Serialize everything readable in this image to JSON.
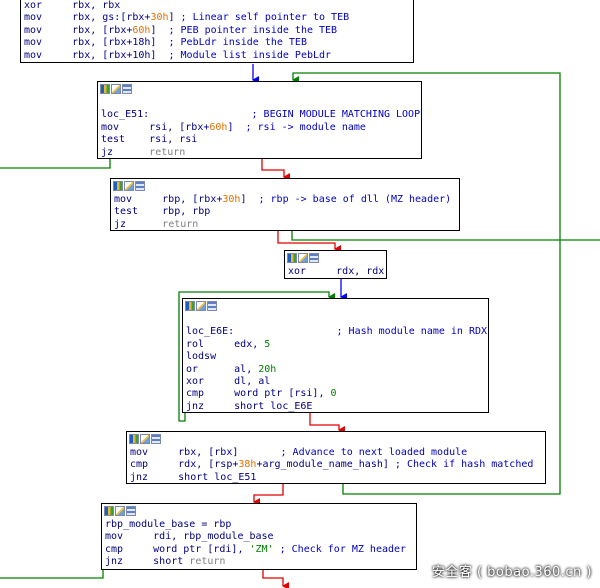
{
  "blocks": [
    {
      "id": "teb-setup",
      "icons": false,
      "lines": [
        [
          {
            "t": "xor     rbx, rbx"
          }
        ],
        [
          {
            "t": "mov     rbx, gs:[rbx+"
          },
          {
            "t": "30h",
            "c": "hex"
          },
          {
            "t": "] "
          },
          {
            "t": "; Linear self pointer to TEB",
            "c": "cmt"
          }
        ],
        [
          {
            "t": "mov     rbx, [rbx+"
          },
          {
            "t": "60h",
            "c": "hex"
          },
          {
            "t": "]  "
          },
          {
            "t": "; PEB pointer inside the TEB",
            "c": "cmt"
          }
        ],
        [
          {
            "t": "mov     rbx, [rbx+18h]  "
          },
          {
            "t": "; PebLdr inside the TEB",
            "c": "cmt"
          }
        ],
        [
          {
            "t": "mov     rbx, [rbx+10h]  "
          },
          {
            "t": "; Module list inside PebLdr",
            "c": "cmt"
          }
        ]
      ]
    },
    {
      "id": "loc-e51",
      "icons": true,
      "lines": [
        [
          {
            "t": ""
          }
        ],
        [
          {
            "t": "loc_E51:                 "
          },
          {
            "t": "; BEGIN MODULE MATCHING LOOP",
            "c": "cmt"
          }
        ],
        [
          {
            "t": "mov     rsi, [rbx+"
          },
          {
            "t": "60h",
            "c": "hex"
          },
          {
            "t": "]  "
          },
          {
            "t": "; rsi -> module name",
            "c": "cmt"
          }
        ],
        [
          {
            "t": "test    rsi, rsi"
          }
        ],
        [
          {
            "t": "jz      "
          },
          {
            "t": "return",
            "c": "dim"
          }
        ]
      ]
    },
    {
      "id": "dll-base",
      "icons": true,
      "lines": [
        [
          {
            "t": "mov     rbp, [rbx+"
          },
          {
            "t": "30h",
            "c": "hex"
          },
          {
            "t": "]  "
          },
          {
            "t": "; rbp -> base of dll (MZ header)",
            "c": "cmt"
          }
        ],
        [
          {
            "t": "test    rbp, rbp"
          }
        ],
        [
          {
            "t": "jz      "
          },
          {
            "t": "return",
            "c": "dim"
          }
        ]
      ]
    },
    {
      "id": "xor-rdx",
      "icons": true,
      "lines": [
        [
          {
            "t": "xor     rdx, rdx"
          }
        ]
      ]
    },
    {
      "id": "loc-e6e",
      "icons": true,
      "lines": [
        [
          {
            "t": ""
          }
        ],
        [
          {
            "t": "loc_E6E:                 "
          },
          {
            "t": "; Hash module name in RDX",
            "c": "cmt"
          }
        ],
        [
          {
            "t": "rol     edx, "
          },
          {
            "t": "5",
            "c": "num"
          }
        ],
        [
          {
            "t": "lodsw"
          }
        ],
        [
          {
            "t": "or      al, "
          },
          {
            "t": "20h",
            "c": "num"
          }
        ],
        [
          {
            "t": "xor     dl, al"
          }
        ],
        [
          {
            "t": "cmp     word ptr [rsi], "
          },
          {
            "t": "0",
            "c": "num"
          }
        ],
        [
          {
            "t": "jnz     short loc_E6E"
          }
        ]
      ]
    },
    {
      "id": "next-module",
      "icons": true,
      "lines": [
        [
          {
            "t": "mov     rbx, [rbx]       "
          },
          {
            "t": "; Advance to next loaded module",
            "c": "cmt"
          }
        ],
        [
          {
            "t": "cmp     rdx, [rsp+"
          },
          {
            "t": "38h",
            "c": "hex"
          },
          {
            "t": "+arg_module_name_hash] "
          },
          {
            "t": "; Check if hash matched",
            "c": "cmt"
          }
        ],
        [
          {
            "t": "jnz     short loc_E51"
          }
        ]
      ]
    },
    {
      "id": "mz-check",
      "icons": true,
      "lines": [
        [
          {
            "t": "rbp_module_base = rbp"
          }
        ],
        [
          {
            "t": "mov     rdi, rbp_module_base"
          }
        ],
        [
          {
            "t": "cmp     word ptr [rdi], "
          },
          {
            "t": "'ZM'",
            "c": "num"
          },
          {
            "t": " "
          },
          {
            "t": "; Check for MZ header",
            "c": "cmt"
          }
        ],
        [
          {
            "t": "jnz     short "
          },
          {
            "t": "return",
            "c": "dim"
          }
        ]
      ]
    }
  ],
  "watermark": "安全客 ( bobao.360.cn )",
  "colors": {
    "arrow_true": "#008000",
    "arrow_false": "#e00000",
    "arrow_uncond": "#0000ff"
  }
}
